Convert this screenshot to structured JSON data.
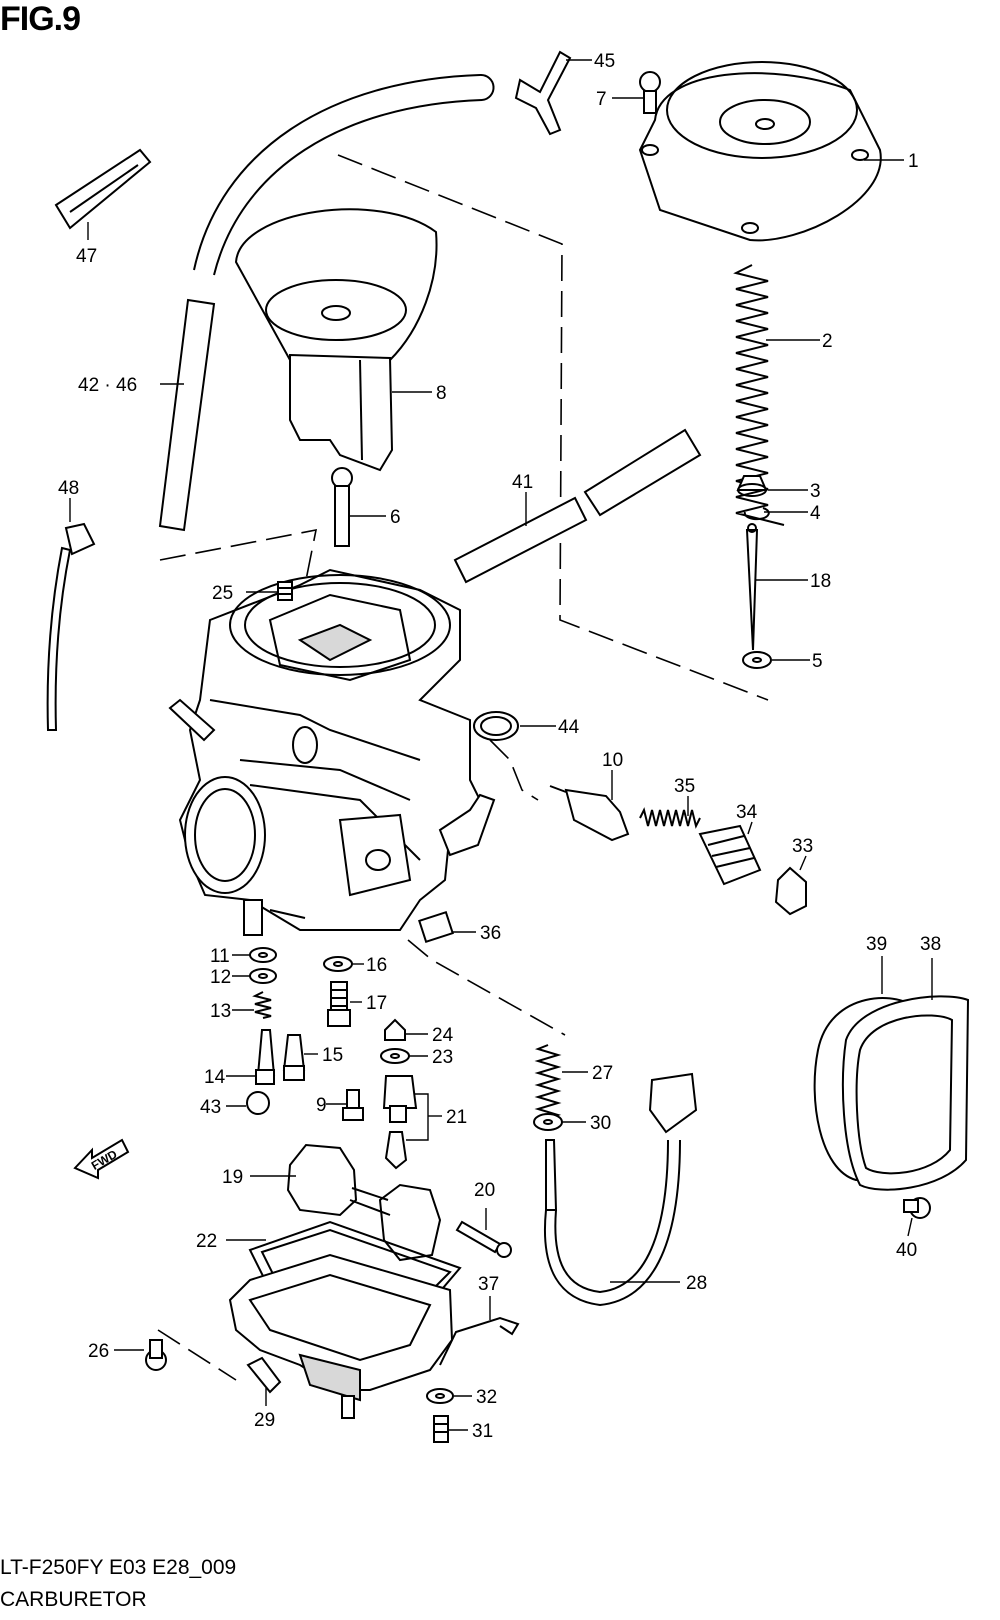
{
  "figure_label": "FIG.9",
  "footer": {
    "model_code": "LT-F250FY E03 E28_009",
    "section_name": "CARBURETOR"
  },
  "fwd_label": "FWD",
  "callouts": {
    "c1": "1",
    "c2": "2",
    "c3": "3",
    "c4": "4",
    "c5": "5",
    "c6": "6",
    "c7": "7",
    "c8": "8",
    "c9": "9",
    "c10": "10",
    "c11": "11",
    "c12": "12",
    "c13": "13",
    "c14": "14",
    "c15": "15",
    "c16": "16",
    "c17": "17",
    "c18": "18",
    "c19": "19",
    "c20": "20",
    "c21": "21",
    "c22": "22",
    "c23": "23",
    "c24": "24",
    "c25": "25",
    "c26": "26",
    "c27": "27",
    "c28": "28",
    "c29": "29",
    "c30": "30",
    "c31": "31",
    "c32": "32",
    "c33": "33",
    "c34": "34",
    "c35": "35",
    "c36": "36",
    "c37": "37",
    "c38": "38",
    "c39": "39",
    "c40": "40",
    "c41": "41",
    "c42_46": "42 · 46",
    "c43": "43",
    "c44": "44",
    "c45": "45",
    "c47": "47",
    "c48": "48"
  }
}
